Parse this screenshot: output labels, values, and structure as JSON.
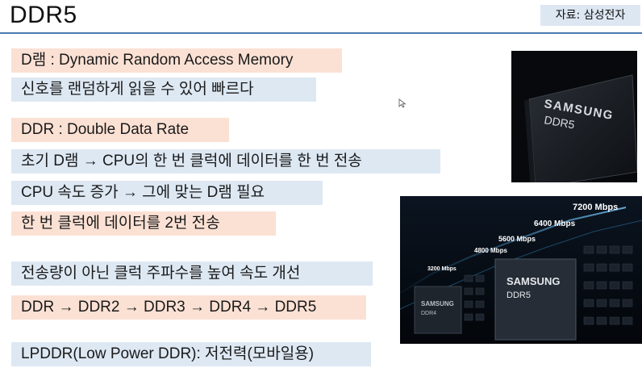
{
  "title": "DDR5",
  "source": "자료: 삼성전자",
  "lines": [
    "D램 : Dynamic Random Access Memory",
    "신호를 랜덤하게 읽을 수 있어 빠르다",
    "DDR : Double Data Rate",
    "초기 D램 → CPU의 한 번 클럭에 데이터를 한 번 전송",
    "CPU 속도 증가 → 그에 맞는 D램 필요",
    "한 번 클럭에 데이터를 2번 전송",
    "전송량이 아닌 클럭 주파수를 높여 속도 개선",
    "DDR → DDR2 → DDR3 → DDR4 → DDR5",
    "LPDDR(Low Power DDR): 저전력(모바일용)"
  ],
  "photo1": {
    "brand": "SAMSUNG",
    "model": "DDR5"
  },
  "photo2": {
    "speeds": [
      "7200 Mbps",
      "6400 Mbps",
      "5600 Mbps",
      "4800 Mbps",
      "3200 Mbps"
    ],
    "chip_new_brand": "SAMSUNG",
    "chip_new_model": "DDR5",
    "chip_old_brand": "SAMSUNG",
    "chip_old_model": "DDR4"
  },
  "colors": {
    "pink_band": "#fbe1d4",
    "blue_band": "#dde8f3",
    "rule": "#4a7bb0"
  }
}
